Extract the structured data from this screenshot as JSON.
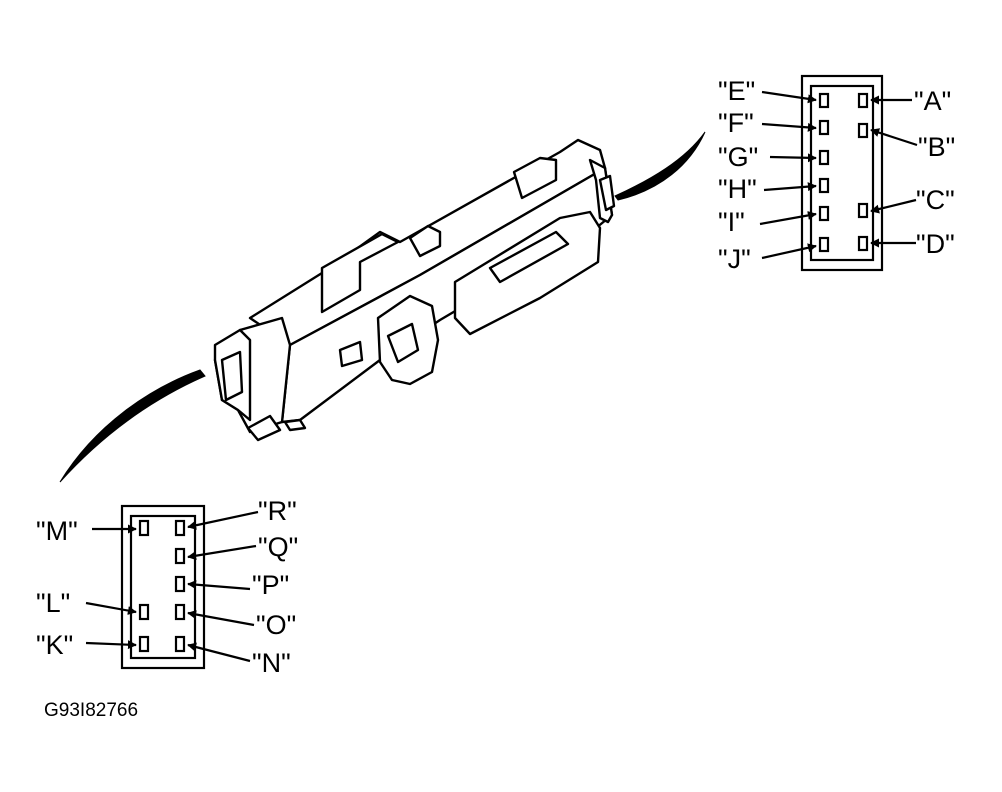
{
  "figure_code": "G93I82766",
  "connector_right": {
    "left_pins": [
      "\"E\"",
      "\"F\"",
      "\"G\"",
      "\"H\"",
      "\"I\"",
      "\"J\""
    ],
    "right_pins": [
      "\"A\"",
      "\"B\"",
      "\"C\"",
      "\"D\""
    ]
  },
  "connector_left": {
    "left_pins": [
      "\"M\"",
      "\"L\"",
      "\"K\""
    ],
    "right_pins": [
      "\"R\"",
      "\"Q\"",
      "\"P\"",
      "\"O\"",
      "\"N\""
    ]
  },
  "colors": {
    "line": "#000000",
    "fill": "#ffffff"
  }
}
